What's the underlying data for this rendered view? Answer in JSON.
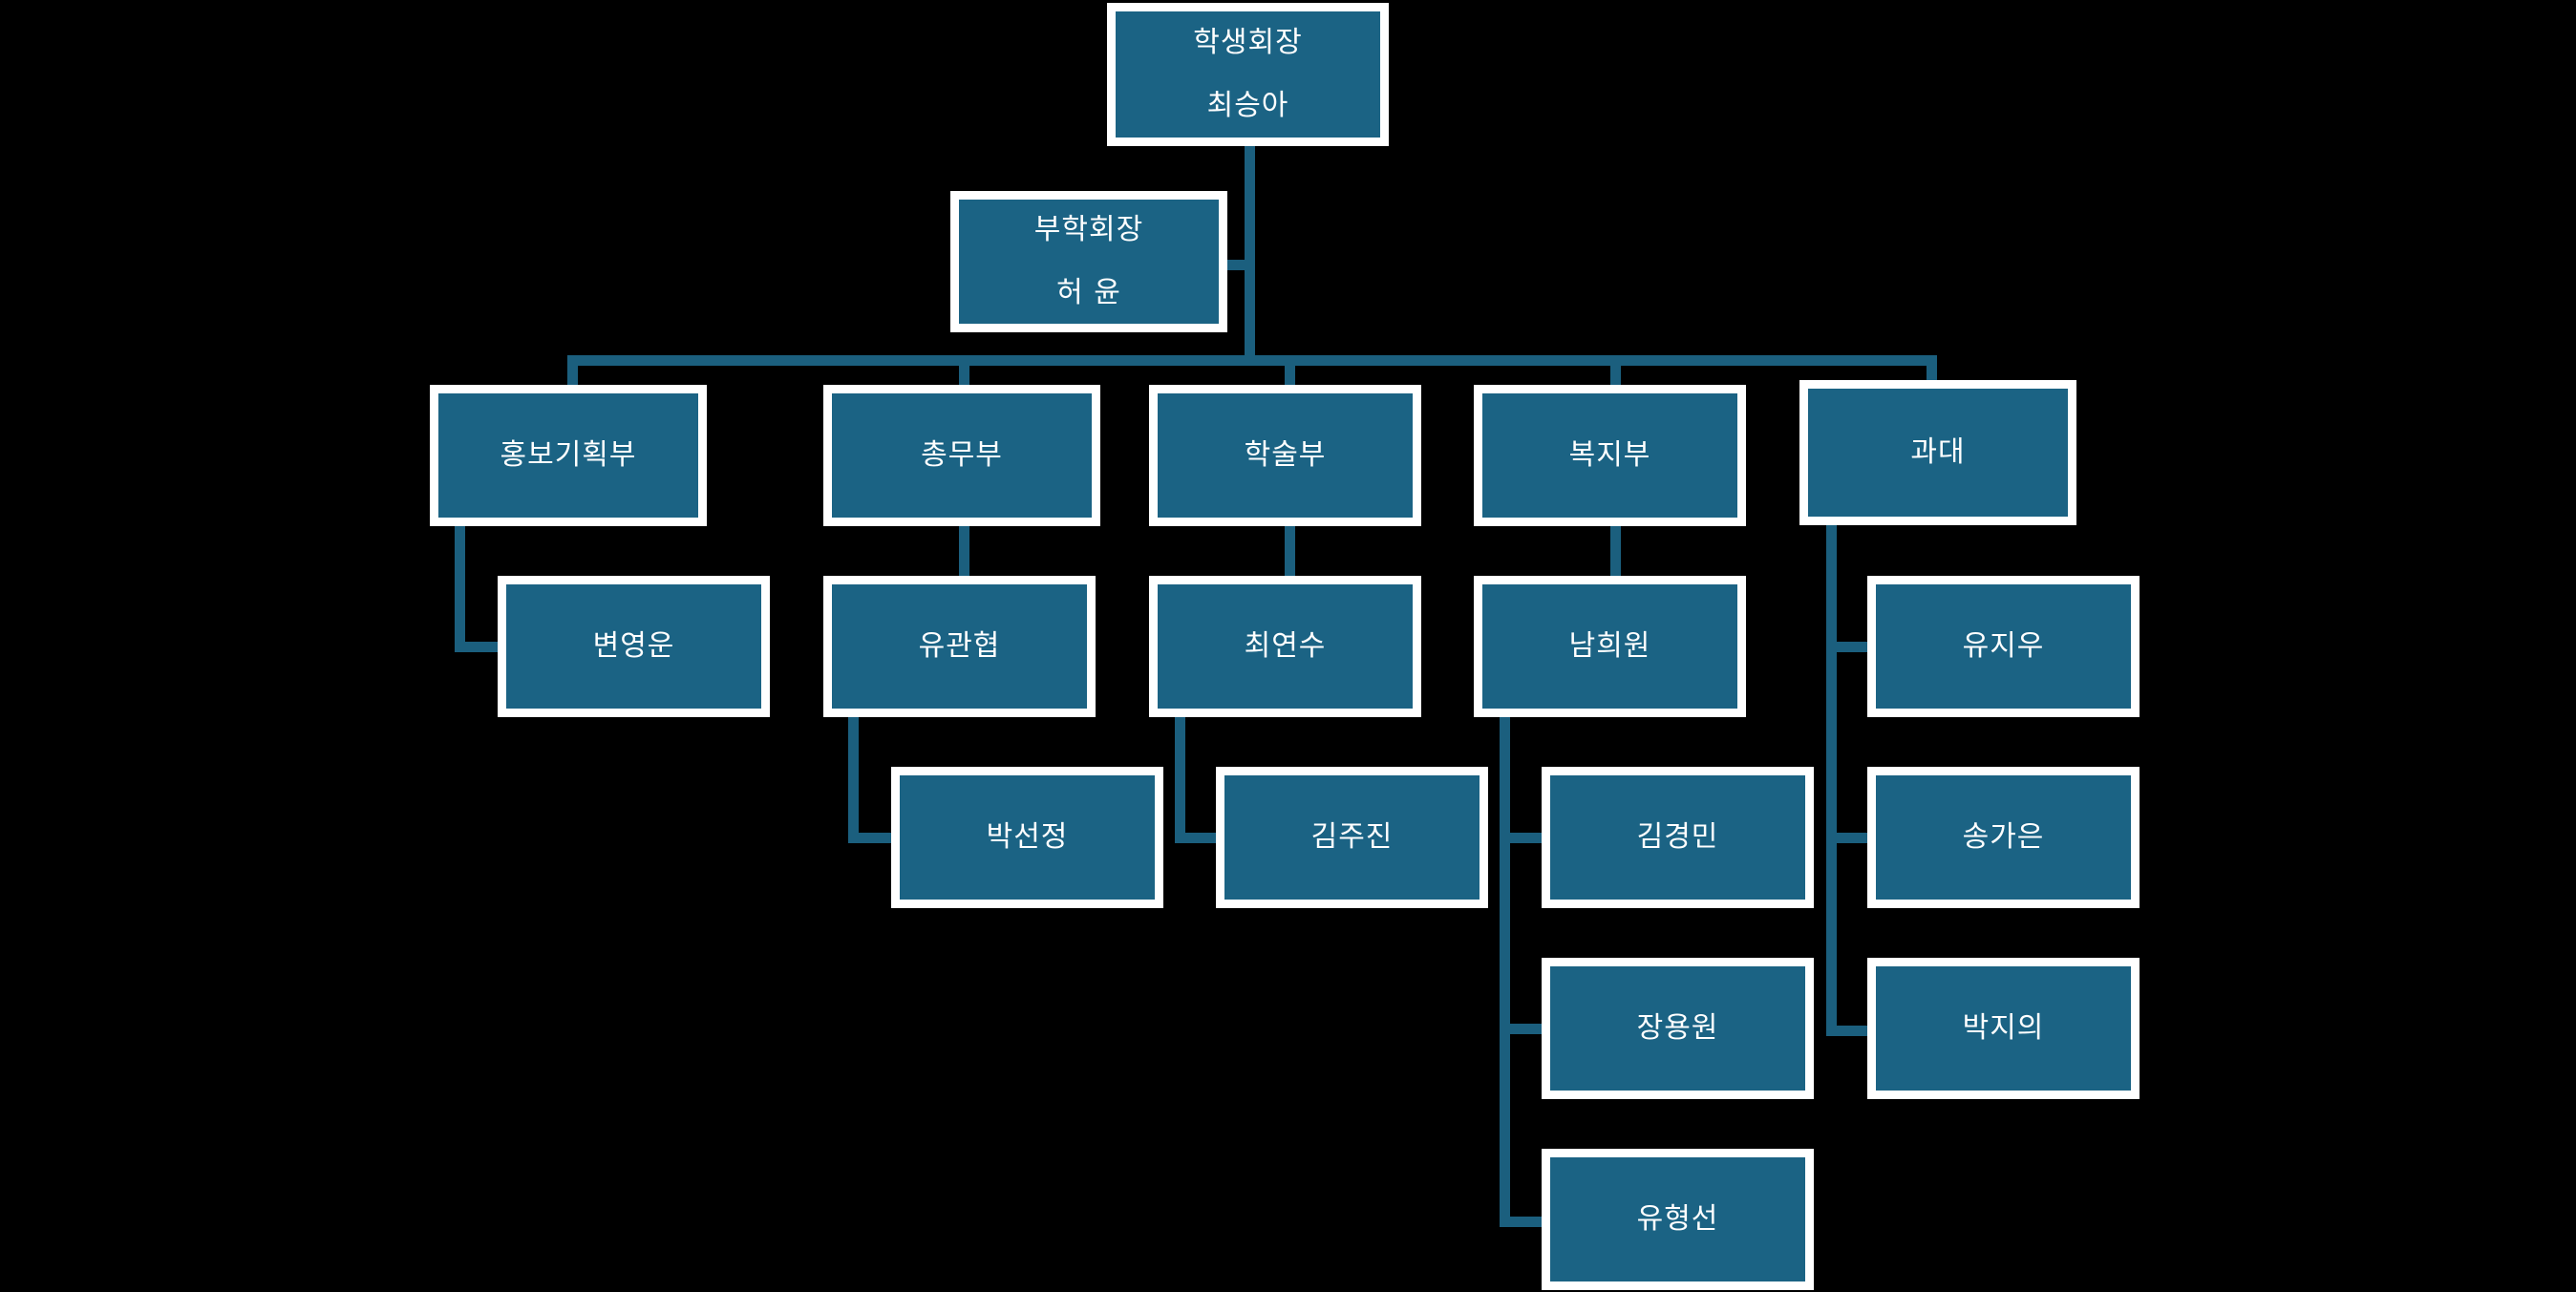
{
  "theme": {
    "background": "#000000",
    "node_fill": "#1b6384",
    "node_border": "#ffffff",
    "connector": "#1b5f7e",
    "text": "#ffffff"
  },
  "org_chart": {
    "type": "org-tree",
    "president": {
      "role": "학생회장",
      "name": "최승아"
    },
    "vice_president": {
      "role": "부학회장",
      "name": "허 윤"
    },
    "departments": [
      {
        "name": "홍보기획부",
        "members": [
          "변영운"
        ]
      },
      {
        "name": "총무부",
        "members": [
          "유관협",
          "박선정"
        ]
      },
      {
        "name": "학술부",
        "members": [
          "최연수",
          "김주진"
        ]
      },
      {
        "name": "복지부",
        "members": [
          "남희원",
          "김경민",
          "장용원",
          "유형선"
        ]
      },
      {
        "name": "과대",
        "members": [
          "유지우",
          "송가은",
          "박지의"
        ]
      }
    ]
  }
}
